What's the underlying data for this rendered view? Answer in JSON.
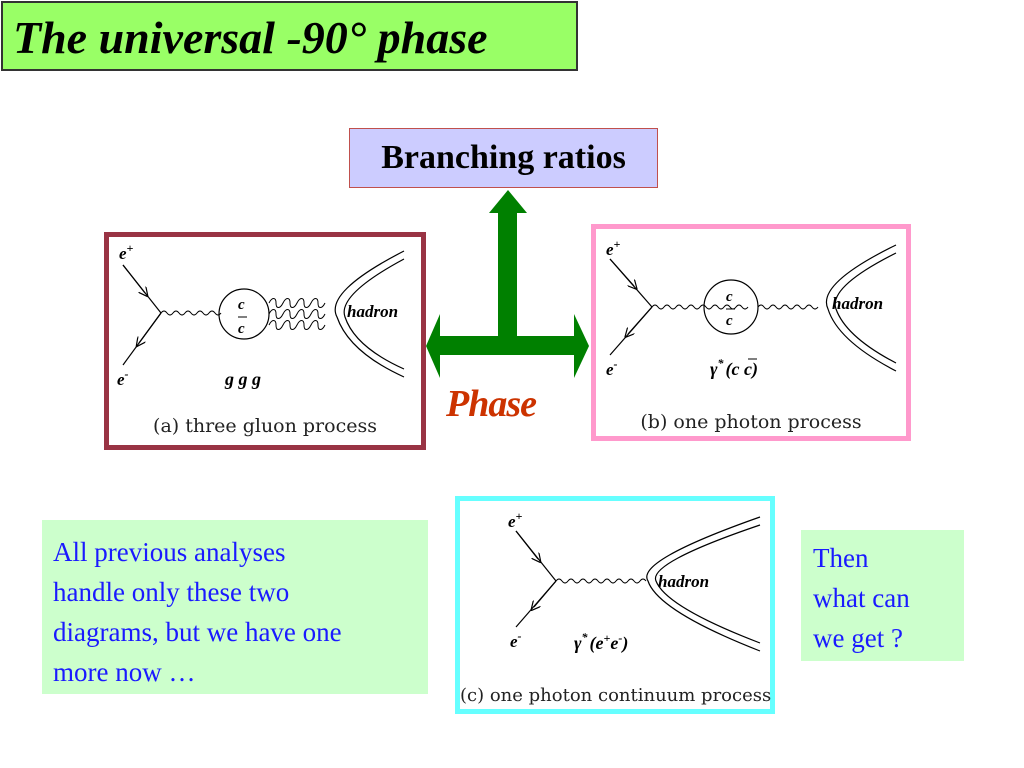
{
  "title": "The universal -90° phase",
  "branching_label": "Branching ratios",
  "phase_label": "Phase",
  "diagram_a": {
    "caption": "(a) three gluon process",
    "e_plus": "e",
    "e_minus": "e",
    "plus": "+",
    "minus": "-",
    "quark": "c",
    "antiquark": "c",
    "hadron": "hadron",
    "gluons": "g g g"
  },
  "diagram_b": {
    "caption": "(b) one photon process",
    "e_plus": "e",
    "e_minus": "e",
    "plus": "+",
    "minus": "-",
    "quark": "c",
    "antiquark": "c",
    "hadron": "hadron",
    "photon": "γ",
    "star": "*",
    "pair": "(c c)"
  },
  "diagram_c": {
    "caption": "(c) one photon continuum process",
    "e_plus": "e",
    "e_minus": "e",
    "plus": "+",
    "minus": "-",
    "hadron": "hadron",
    "photon": "γ",
    "star": "*",
    "pair_open": "(e",
    "pair_mid": "e",
    "pair_close": ")"
  },
  "note_left": [
    "All previous analyses",
    "handle only these two",
    "diagrams, but we have one",
    "more now …"
  ],
  "note_right": [
    "Then",
    "what can",
    "we get ?"
  ],
  "colors": {
    "title_bg": "#99ff66",
    "branch_bg": "#ccccff",
    "arrow": "#008000",
    "phase_text": "#cc3300",
    "frame_a": "#993344",
    "frame_b": "#ff99cc",
    "frame_c": "#66ffff",
    "note_bg": "#ccffcc",
    "note_text": "#1a1aff"
  },
  "icons": [
    "up-arrow-icon",
    "double-horizontal-arrow-icon"
  ]
}
